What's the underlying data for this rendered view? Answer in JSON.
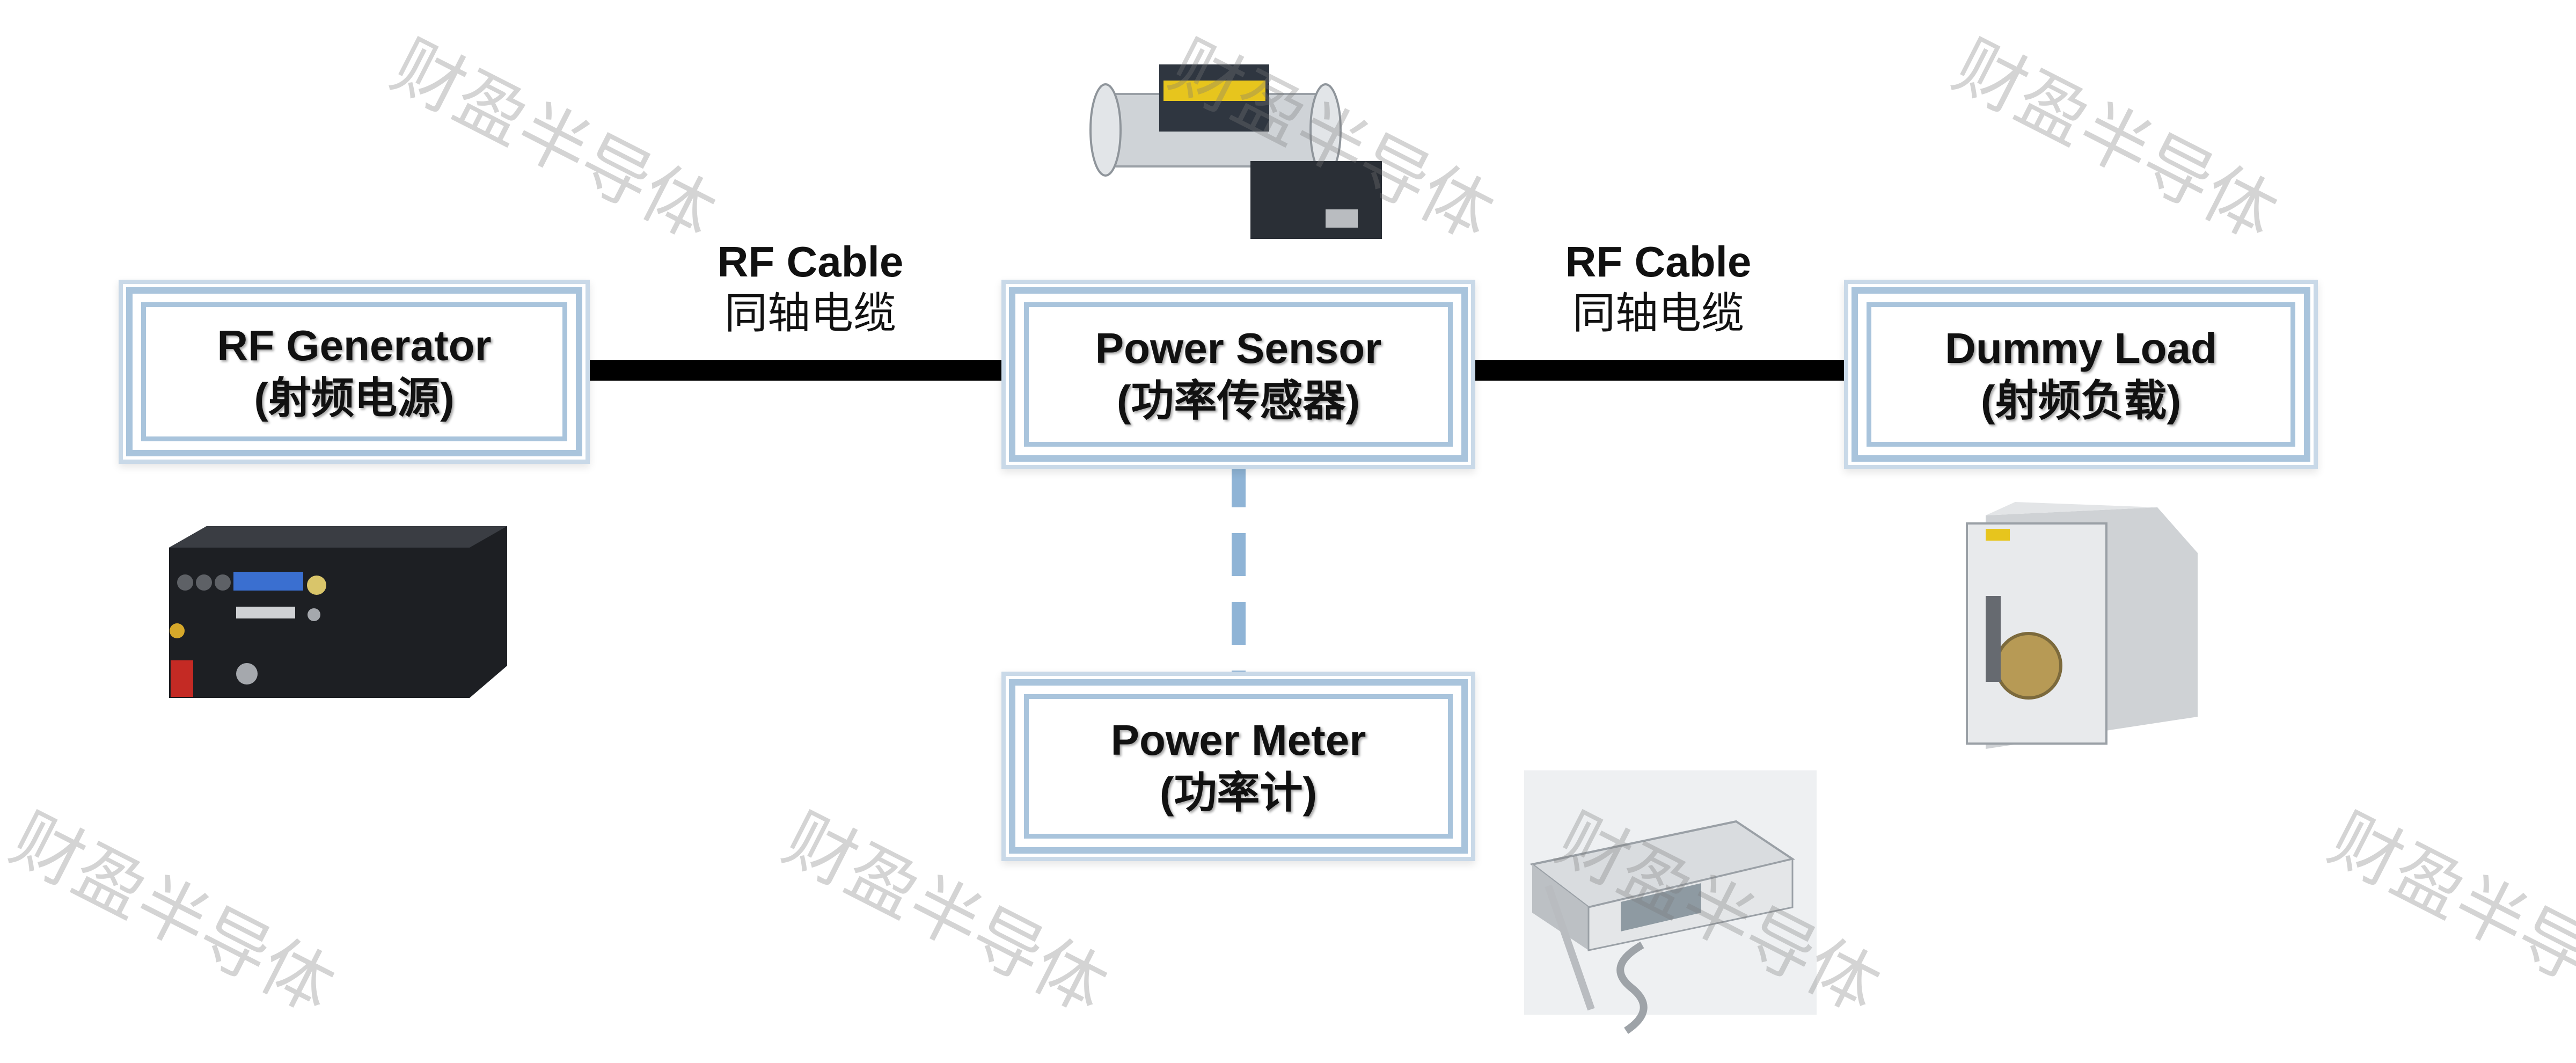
{
  "nodes": {
    "generator": {
      "title": "RF Generator",
      "subtitle": "(射频电源)"
    },
    "sensor": {
      "title": "Power Sensor",
      "subtitle": "(功率传感器)"
    },
    "load": {
      "title": "Dummy Load",
      "subtitle": "(射频负载)"
    },
    "meter": {
      "title": "Power Meter",
      "subtitle": "(功率计)"
    }
  },
  "cables": {
    "left": {
      "en": "RF Cable",
      "zh": "同轴电缆"
    },
    "right": {
      "en": "RF Cable",
      "zh": "同轴电缆"
    }
  },
  "connections": [
    {
      "from": "generator",
      "to": "sensor",
      "style": "solid",
      "color": "#000000"
    },
    {
      "from": "sensor",
      "to": "load",
      "style": "solid",
      "color": "#000000"
    },
    {
      "from": "sensor",
      "to": "meter",
      "style": "dashed",
      "color": "#8fb4d6"
    }
  ],
  "watermark": "财盈半导体",
  "colors": {
    "box_border": "#a9c4dc",
    "dashed_link": "#8fb4d6",
    "cable": "#000000"
  },
  "icons": [
    "rf-generator-icon",
    "power-sensor-icon",
    "dummy-load-icon",
    "power-meter-icon"
  ]
}
